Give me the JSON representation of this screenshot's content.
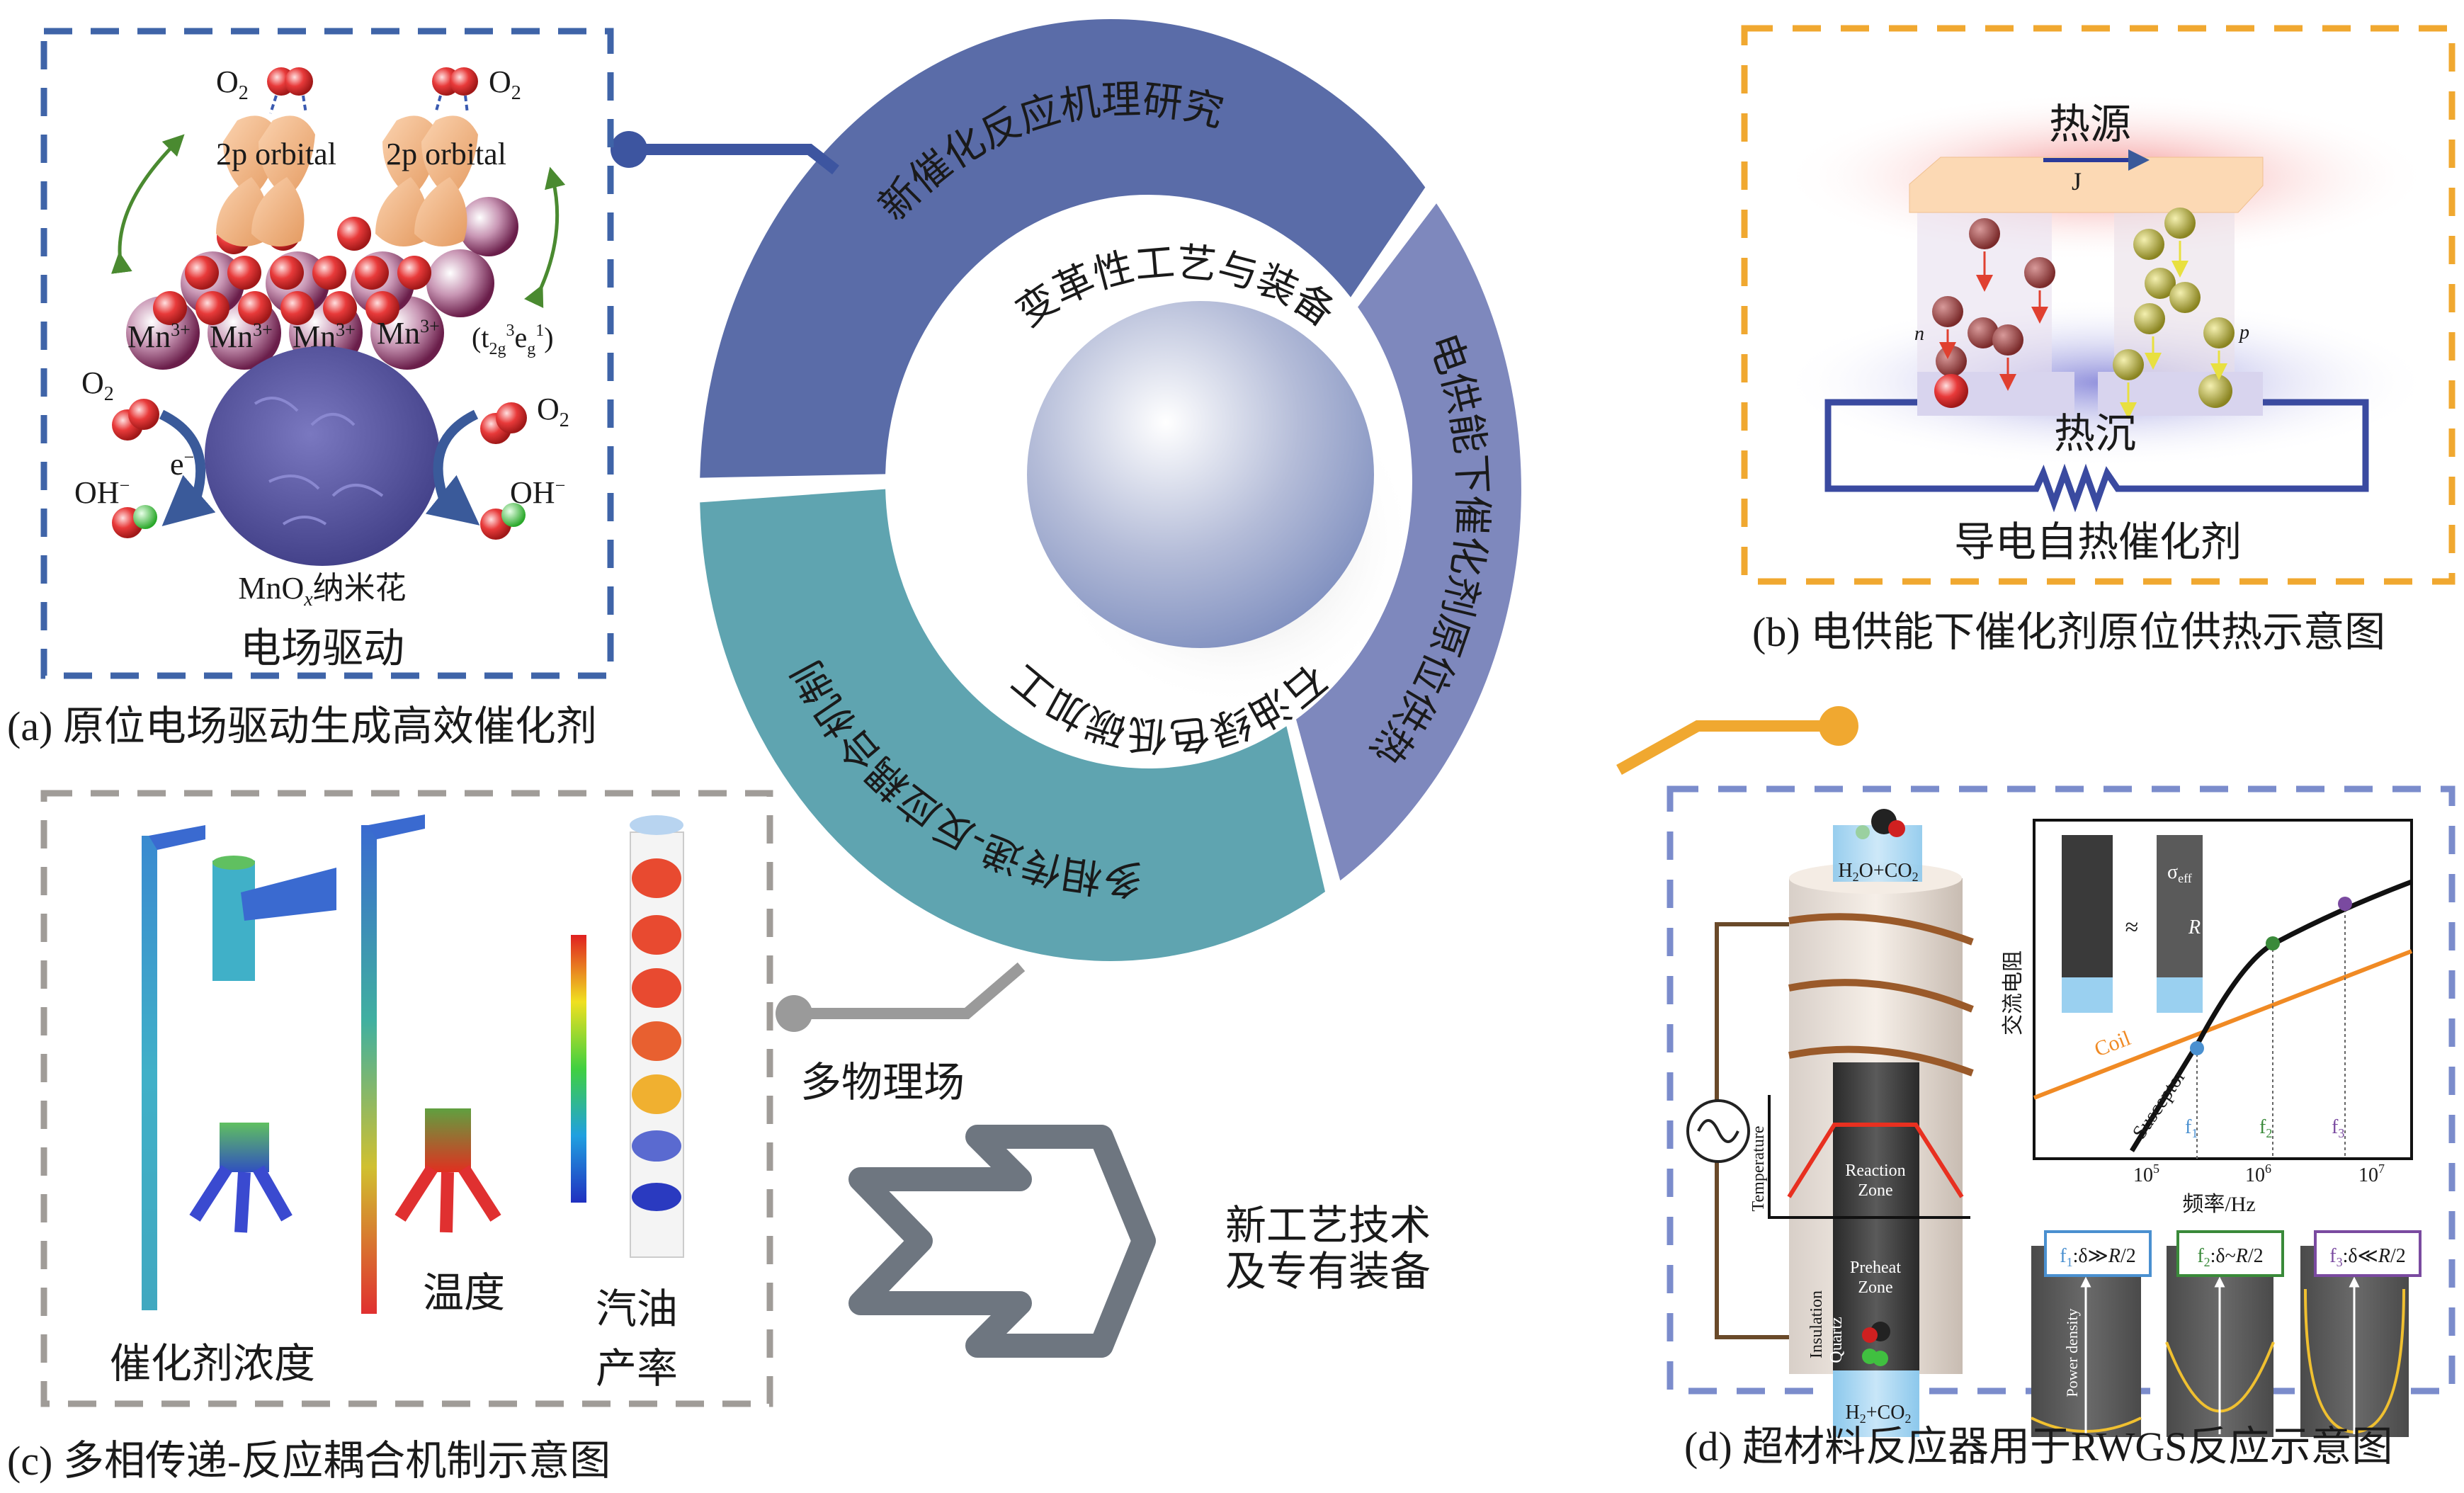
{
  "center": {
    "ring_top": "新催化反应机理研究",
    "ring_right": "电供能下催化剂原位供热",
    "ring_bottom": "多相传递-反应耦合机制",
    "inner_top": "变革性工艺与装备",
    "inner_bottom": "石油绿色低碳加工",
    "multiphysics_label": "多物理场",
    "outcome_line1": "新工艺技术",
    "outcome_line2": "及专有装备"
  },
  "panel_a": {
    "caption": "(a) 原位电场驱动生成高效催化剂",
    "title": "电场驱动",
    "o2": "O",
    "o2_sub": "2",
    "orbital": "2p orbital",
    "mn": "Mn",
    "mn_sup": "3+",
    "config": {
      "open": "(t",
      "t_sub": "2g",
      "t_sup": "3",
      "e": "e",
      "e_sub": "g",
      "e_sup": "1",
      "close": ")"
    },
    "electron": "e",
    "electron_sup": "−",
    "oh": "OH",
    "oh_sup": "−",
    "nanoflower": "MnO",
    "nanoflower_sub": "x",
    "nanoflower_suffix": "纳米花"
  },
  "panel_b": {
    "caption": "(b) 电供能下催化剂原位供热示意图",
    "heat_source": "热源",
    "current": "J",
    "n_label": "n",
    "p_label": "p",
    "heat_sink": "热沉",
    "title": "导电自热催化剂"
  },
  "panel_c": {
    "caption": "(c) 多相传递-反应耦合机制示意图",
    "catalyst_conc": "催化剂浓度",
    "temperature": "温度",
    "gasoline_1": "汽油",
    "gasoline_2": "产率"
  },
  "panel_d": {
    "caption": "(d) 超材料反应器用于RWGS反应示意图",
    "outlet": {
      "a": "H",
      "a_sub": "2",
      "b": "O+CO",
      "b_sub": "2"
    },
    "inlet": {
      "a": "H",
      "a_sub": "2",
      "b": "+CO",
      "b_sub": "2"
    },
    "temperature": "Temperature",
    "reaction_zone_1": "Reaction",
    "reaction_zone_2": "Zone",
    "preheat_zone_1": "Preheat",
    "preheat_zone_2": "Zone",
    "insulation": "Insulation",
    "quartz": "Quartz",
    "chart": {
      "ylabel": "交流电阻",
      "xlabel": "频率/Hz",
      "xticks": [
        {
          "base": "10",
          "exp": "5"
        },
        {
          "base": "10",
          "exp": "6"
        },
        {
          "base": "10",
          "exp": "7"
        }
      ],
      "coil_label": "Coil",
      "susceptor_label": "Susceptor",
      "f_labels": [
        "f",
        "f",
        "f"
      ],
      "f_subs": [
        "1",
        "2",
        "3"
      ],
      "sigma": "σ",
      "sigma_sub": "eff",
      "radius": "R",
      "approx": "≈",
      "colors": {
        "coil": "#f08a24",
        "f1": "#4a90d0",
        "f2": "#3a8a3a",
        "f3": "#7a4aa0"
      }
    },
    "regimes": [
      {
        "f": "f",
        "sub": "1",
        "rel": ":δ≫",
        "R": "R",
        "half": "/2"
      },
      {
        "f": "f",
        "sub": "2",
        "rel": ":δ~",
        "R": "R",
        "half": "/2"
      },
      {
        "f": "f",
        "sub": "3",
        "rel": ":δ≪",
        "R": "R",
        "half": "/2"
      }
    ],
    "power_density": "Power density"
  },
  "colors": {
    "ring_blue": "#5a6ca8",
    "ring_purple": "#7e88bd",
    "ring_teal": "#5fa4b0",
    "border_a": "#3f64a8",
    "border_b": "#f0a830",
    "border_c": "#a09c98",
    "border_d": "#7b8ccc"
  }
}
